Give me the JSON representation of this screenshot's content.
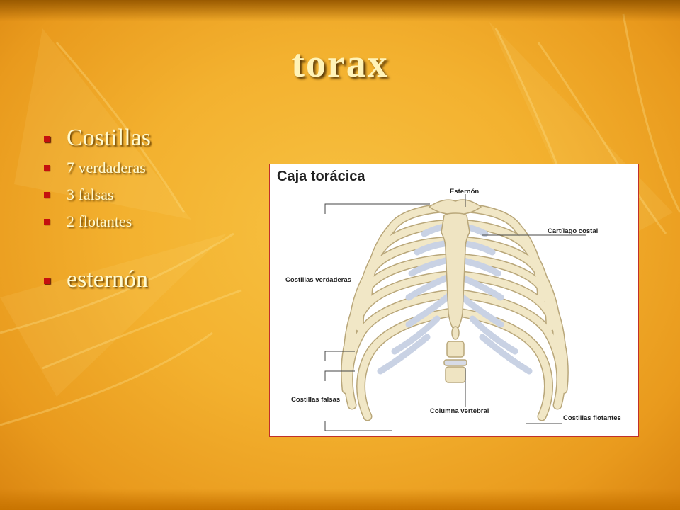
{
  "slide": {
    "title": "torax",
    "bullets": [
      {
        "text": "Costillas",
        "level": 1
      },
      {
        "text": "7 verdaderas",
        "level": 2
      },
      {
        "text": "3 falsas",
        "level": 2
      },
      {
        "text": "2 flotantes",
        "level": 2
      },
      {
        "text": "esternón",
        "level": 1
      }
    ]
  },
  "figure": {
    "title": "Caja torácica",
    "labels": {
      "esternon": "Esternón",
      "cartilago": "Cartílago costal",
      "verdaderas": "Costillas verdaderas",
      "falsas": "Costillas falsas",
      "columna": "Columna vertebral",
      "flotantes": "Costillas flotantes"
    }
  },
  "colors": {
    "background": "#f3b12f",
    "bullet_mark": "#c4100f",
    "text": "#fffad0",
    "figure_border": "#c0302a",
    "bone": "#efe4c2",
    "cartilage": "#c9d2e4"
  }
}
